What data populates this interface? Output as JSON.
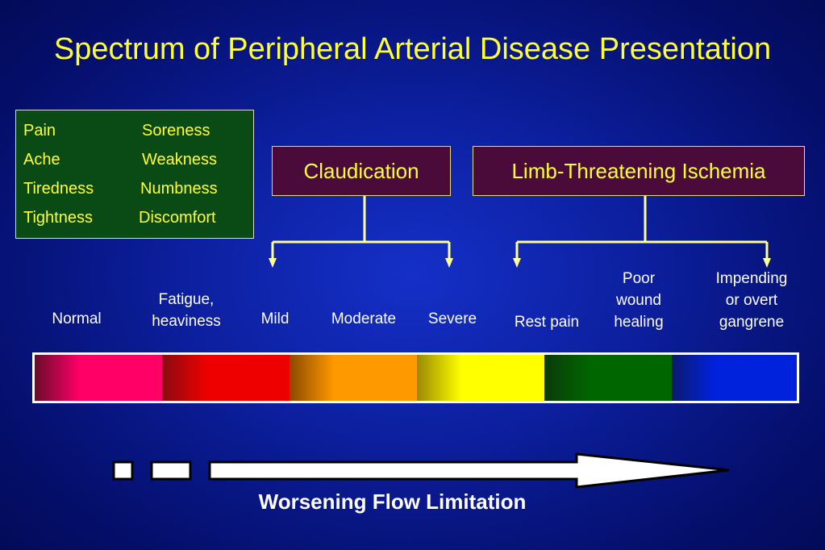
{
  "title": "Spectrum of Peripheral Arterial Disease Presentation",
  "symptoms": {
    "col1": [
      "Pain",
      "Ache",
      "Tiredness",
      "Tightness"
    ],
    "col2": [
      "Soreness",
      "Weakness",
      "Numbness",
      "Discomfort"
    ]
  },
  "categories": {
    "claudication": "Claudication",
    "limb_ischemia": "Limb-Threatening Ischemia"
  },
  "stages": {
    "normal": "Normal",
    "fatigue_1": "Fatigue,",
    "fatigue_2": "heaviness",
    "mild": "Mild",
    "moderate": "Moderate",
    "severe": "Severe",
    "rest_pain": "Rest pain",
    "wound_1": "Poor",
    "wound_2": "wound",
    "wound_3": "healing",
    "gangrene_1": "Impending",
    "gangrene_2": "or overt",
    "gangrene_3": "gangrene"
  },
  "spectrum_colors": [
    "#ff0066",
    "#ee0000",
    "#ff9900",
    "#ffff00",
    "#006600",
    "#0022dd"
  ],
  "flow_label": "Worsening Flow Limitation"
}
